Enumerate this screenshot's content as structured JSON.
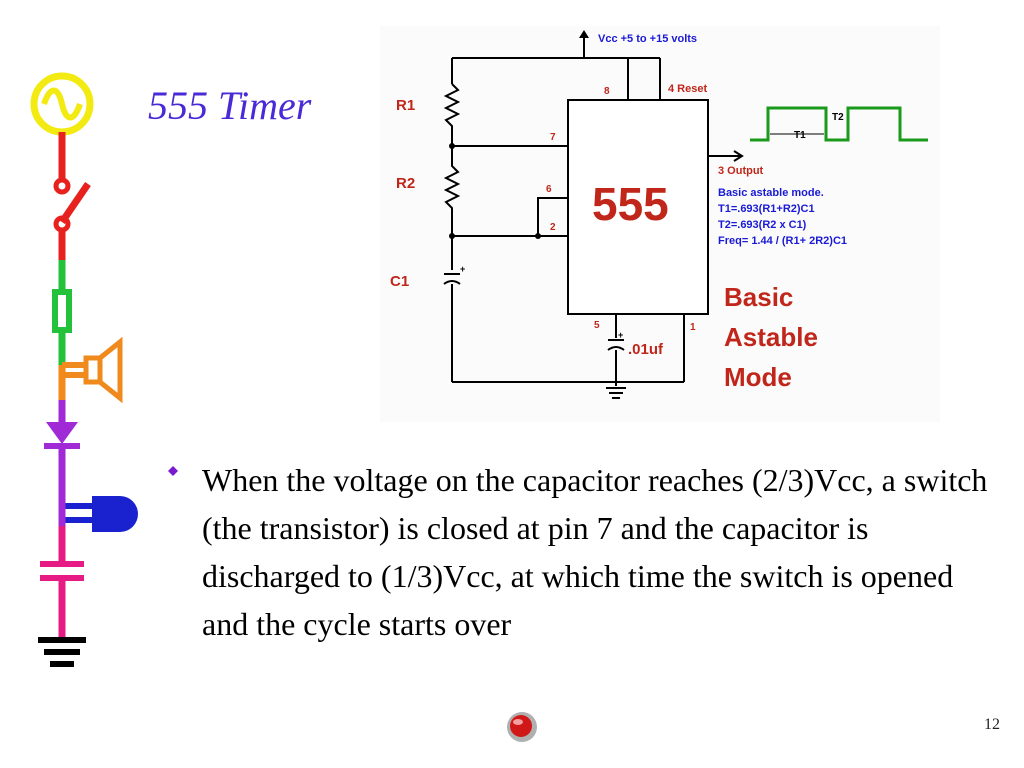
{
  "slide": {
    "title": "555 Timer",
    "page_number": "12"
  },
  "circuit": {
    "supply_label": "Vcc +5 to +15 volts",
    "r1_label": "R1",
    "r2_label": "R2",
    "c1_label": "C1",
    "chip_label": "555",
    "pin8": "8",
    "pin4_reset": "4 Reset",
    "pin7": "7",
    "pin6": "6",
    "pin2": "2",
    "pin5": "5",
    "pin1": "1",
    "output_label": "3  Output",
    "cap_label": ".01uf",
    "t1_label": "T1",
    "t2_label": "T2",
    "mode_line1": "Basic astable mode.",
    "mode_line2": "T1=.693(R1+R2)C1",
    "mode_line3": "T2=.693(R2 x C1)",
    "mode_line4": "Freq= 1.44 / (R1+ 2R2)C1",
    "mode_title_1": "Basic",
    "mode_title_2": "Astable",
    "mode_title_3": "Mode"
  },
  "bullet": {
    "text": "When the voltage on the capacitor reaches (2/3)Vcc, a switch (the transistor) is closed at pin 7 and the capacitor is discharged to (1/3)Vcc, at which time the switch is opened and the cycle starts over"
  },
  "colors": {
    "title": "#4a2ad6",
    "bullet_marker": "#7a1ad0",
    "circuit_red_text": "#c0261a",
    "circuit_blue_text": "#1a1ad6",
    "waveform": "#1a9a1a"
  }
}
